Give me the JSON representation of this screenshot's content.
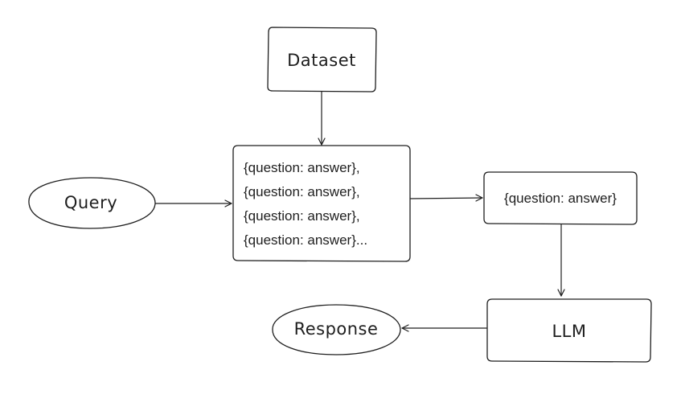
{
  "nodes": {
    "dataset": "Dataset",
    "query": "Query",
    "candidates": [
      "{question: answer},",
      "{question: answer},",
      "{question: answer},",
      "{question: answer}..."
    ],
    "selected": "{question: answer}",
    "llm": "LLM",
    "response": "Response"
  }
}
